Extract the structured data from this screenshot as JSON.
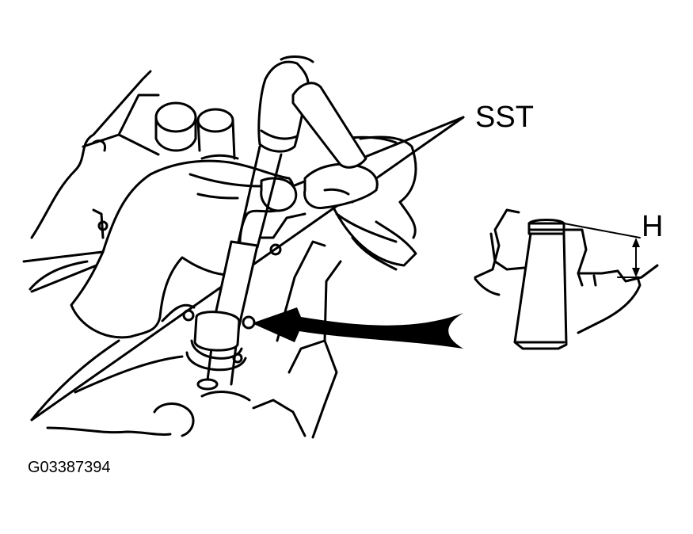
{
  "labels": {
    "tool": "SST",
    "dimension": "H",
    "figure_code": "G03387394"
  },
  "colors": {
    "ink": "#000000",
    "paper": "#ffffff"
  }
}
